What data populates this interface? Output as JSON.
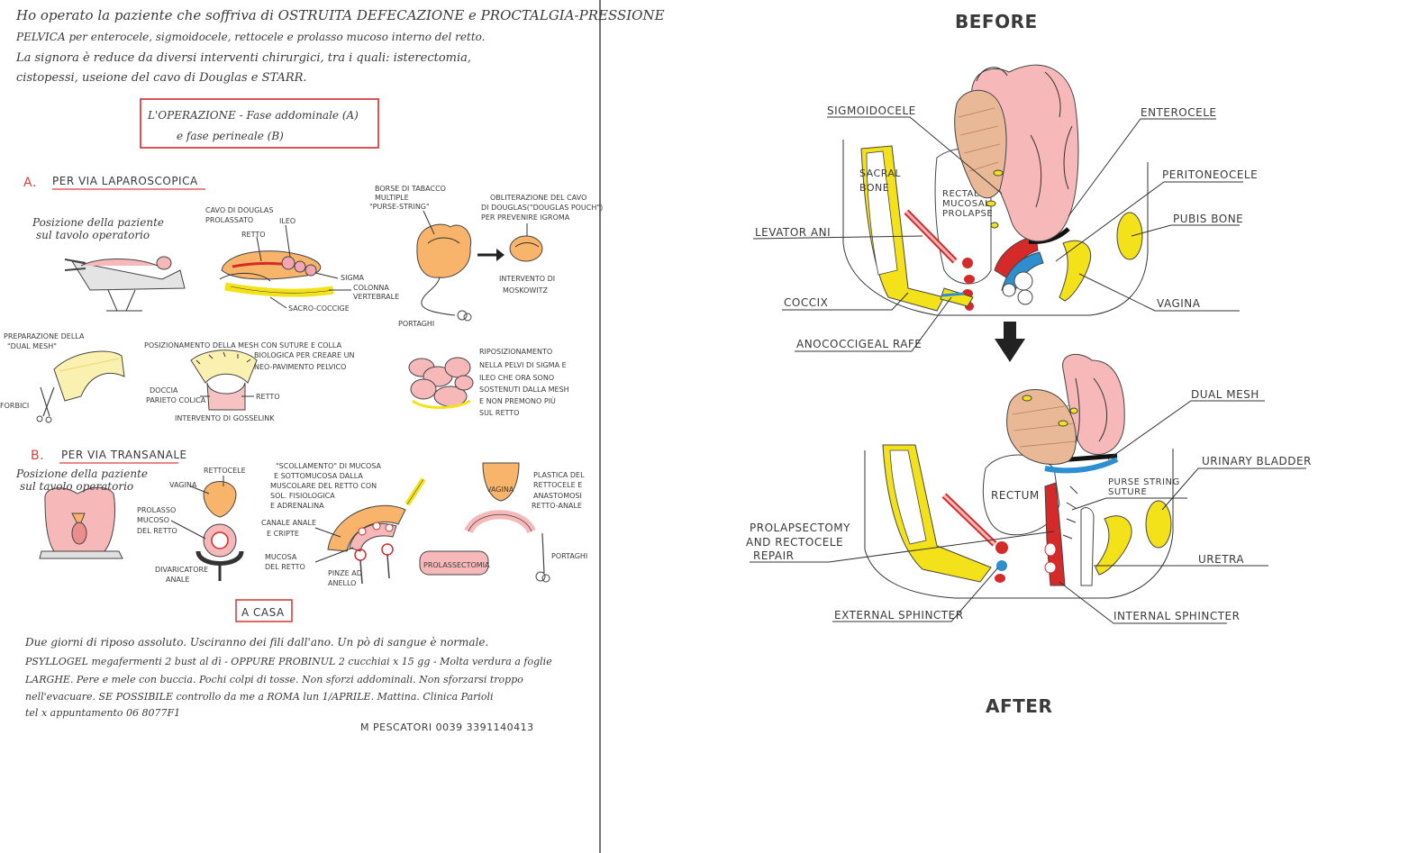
{
  "left_page": {
    "intro_lines": [
      "Ho operato la paziente che soffriva di OSTRUITA DEFECAZIONE e PROCTALGIA-PRESSIONE",
      "PELVICA per enterocele, sigmoidocele, rettocele e prolasso mucoso interno del retto.",
      "La signora è reduce da diversi interventi chirurgici, tra i quali: isterectomia,",
      "cistopessi, useione del cavo di Douglas e STARR."
    ],
    "operation_box": [
      "L'OPERAZIONE - Fase addominale (A)",
      "e fase perineale (B)"
    ],
    "section_a": {
      "letter": "A.",
      "title": "PER VIA LAPAROSCOPICA"
    },
    "section_b": {
      "letter": "B.",
      "title": "PER VIA TRANSANALE"
    },
    "a_labels": {
      "posizione": [
        "Posizione della paziente",
        "sul tavolo operatorio"
      ],
      "cavo": [
        "CAVO DI DOUGLAS",
        "PROLASSATO"
      ],
      "retto": "RETTO",
      "ileo": "ILEO",
      "sigma": "SIGMA",
      "colonna": [
        "COLONNA",
        "VERTEBRALE"
      ],
      "sacro": "SACRO-COCCIGE",
      "borse": [
        "BORSE DI TABACCO",
        "MULTIPLE",
        "\"PURSE-STRING\""
      ],
      "obliterazione": [
        "OBLITERAZIONE DEL CAVO",
        "DI DOUGLAS(\"DOUGLAS POUCH\")",
        "PER PREVENIRE IGROMA"
      ],
      "moskowitz": [
        "INTERVENTO DI",
        "MOSKOWITZ"
      ],
      "portaghi1": "PORTAGHI",
      "preparazione": [
        "PREPARAZIONE DELLA",
        "\"DUAL MESH\""
      ],
      "forbici": "FORBICI",
      "posizionamento": [
        "POSIZIONAMENTO DELLA MESH CON SUTURE E COLLA",
        "BIOLOGICA PER CREARE UN",
        "NEO-PAVIMENTO PELVICO"
      ],
      "doccia": [
        "DOCCIA",
        "PARIETO COLICA"
      ],
      "retto2": "RETTO",
      "gosselink": "INTERVENTO DI GOSSELINK",
      "riposizionamento": [
        "RIPOSIZIONAMENTO",
        "NELLA PELVI DI SIGMA E",
        "ILEO CHE ORA SONO",
        "SOSTENUTI DALLA MESH",
        "E NON PREMONO PIÙ",
        "SUL RETTO"
      ]
    },
    "b_labels": {
      "posizione": [
        "Posizione della paziente",
        "sul tavolo operatorio"
      ],
      "vagina": "VAGINA",
      "rettocele": "RETTOCELE",
      "prolasso": [
        "PROLASSO",
        "MUCOSO",
        "DEL RETTO"
      ],
      "divaricatore": [
        "DIVARICATORE",
        "ANALE"
      ],
      "scollamento": [
        "\"SCOLLAMENTO\" DI MUCOSA",
        "E SOTTOMUCOSA DALLA",
        "MUSCOLARE DEL RETTO CON",
        "SOL. FISIOLOGICA",
        "E ADRENALINA"
      ],
      "canale": [
        "CANALE ANALE",
        "E CRIPTE"
      ],
      "mucosa": [
        "MUCOSA",
        "DEL RETTO"
      ],
      "pinze": [
        "PINZE AD",
        "ANELLO"
      ],
      "vagina2": "VAGINA",
      "plastica": [
        "PLASTICA DEL",
        "RETTOCELE E",
        "ANASTOMOSI",
        "RETTO-ANALE"
      ],
      "prolassectomia": "PROLASSECTOMIA",
      "portaghi": "PORTAGHI"
    },
    "a_casa": "A CASA",
    "instructions": [
      "Due giorni di riposo assoluto. Usciranno dei fili dall'ano. Un pò di sangue è normale.",
      "PSYLLOGEL megafermenti 2 bust al dì - OPPURE PROBINUL 2 cucchiai x 15 gg - Molta verdura a foglie",
      "LARGHE. Pere e mele con buccia. Pochi colpi di tosse. Non sforzi addominali. Non sforzarsi troppo",
      "nell'evacuare. SE POSSIBILE controllo da me a ROMA lun 1/APRILE. Mattina. Clinica Parioli",
      "tel x appuntamento 06 8077F1"
    ],
    "signature": "M PESCATORI 0039 3391140413"
  },
  "right_page": {
    "before_title": "BEFORE",
    "after_title": "AFTER",
    "before_labels": {
      "sigmoidocele": "SIGMOIDOCELE",
      "enterocele": "ENTEROCELE",
      "sacral_bone": [
        "SACRAL",
        "BONE"
      ],
      "rectal_prolapse": [
        "RECTAL",
        "MUCOSAL",
        "PROLAPSE"
      ],
      "peritoneocele": "PERITONEOCELE",
      "pubis_bone": "PUBIS BONE",
      "levator_ani": "LEVATOR ANI",
      "coccix": "COCCIX",
      "vagina": "VAGINA",
      "anococcigeal": "ANOCOCCIGEAL RAFE"
    },
    "after_labels": {
      "dual_mesh": "DUAL MESH",
      "urinary_bladder": "URINARY BLADDER",
      "rectum": "RECTUM",
      "purse_string": [
        "PURSE STRING",
        "SUTURE"
      ],
      "prolapsectomy": [
        "PROLAPSECTOMY",
        "AND RECTOCELE",
        "REPAIR"
      ],
      "uretra": "URETRA",
      "external_sphincter": "EXTERNAL SPHINCTER",
      "internal_sphincter": "INTERNAL SPHINCTER"
    }
  },
  "colors": {
    "pink": "#f4a6b0",
    "orange": "#f8b46a",
    "yellow": "#f3e219",
    "red": "#d42a2a",
    "blue": "#2d8fd0",
    "tan": "#e8b897",
    "box_red": "#d94040"
  }
}
